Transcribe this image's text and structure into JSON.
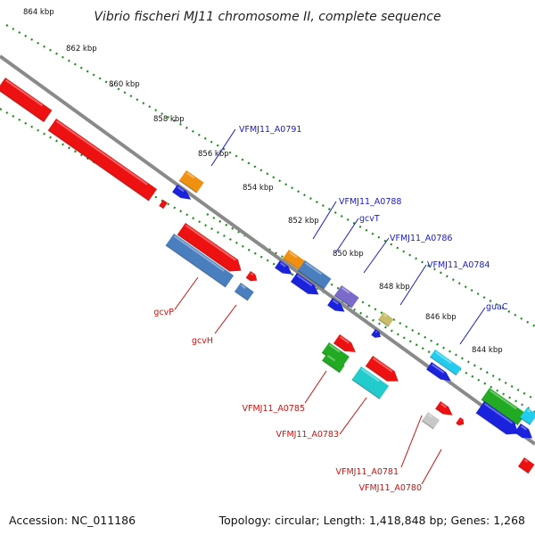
{
  "title": "Vibrio fischeri MJ11 chromosome II, complete sequence",
  "footer": {
    "accession": "Accession: NC_011186",
    "summary": "Topology: circular; Length: 1,418,848 bp; Genes: 1,268"
  },
  "colors": {
    "backbone": "#8a8a8a",
    "ruler": "#1f8a1f",
    "forward_label": "#1a1acc",
    "reverse_label": "#cc1111",
    "red": "#ee1111",
    "steelblue": "#4a7fbf",
    "blue": "#1a22dd",
    "orange": "#f09010",
    "purple": "#7a6acc",
    "khaki": "#c8bd6a",
    "cyan": "#22ccee",
    "green": "#22aa22",
    "teal": "#22cccc",
    "gray": "#c8c8c8"
  },
  "ruler_labels": [
    "864 kbp",
    "862 kbp",
    "860 kbp",
    "858 kbp",
    "856 kbp",
    "854 kbp",
    "852 kbp",
    "850 kbp",
    "848 kbp",
    "846 kbp",
    "844 kbp"
  ],
  "gene_labels": {
    "forward": [
      "VFMJ11_A0791",
      "VFMJ11_A0788",
      "gcvT",
      "VFMJ11_A0786",
      "VFMJ11_A0784",
      "guaC"
    ],
    "reverse": [
      "gcvP",
      "gcvH",
      "VFMJ11_A0785",
      "VFMJ11_A0783",
      "VFMJ11_A0781",
      "VFMJ11_A0780"
    ]
  }
}
